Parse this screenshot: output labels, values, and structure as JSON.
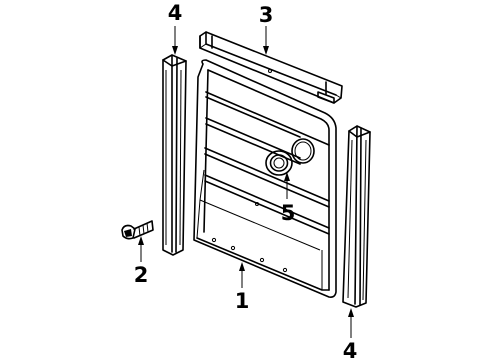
{
  "diagram": {
    "callouts": [
      {
        "id": "door-panel",
        "label": "1"
      },
      {
        "id": "bolt",
        "label": "2"
      },
      {
        "id": "upper-rail",
        "label": "3"
      },
      {
        "id": "left-weatherstrip",
        "label": "4"
      },
      {
        "id": "grommet",
        "label": "5"
      },
      {
        "id": "right-weatherstrip",
        "label": "4"
      }
    ]
  }
}
